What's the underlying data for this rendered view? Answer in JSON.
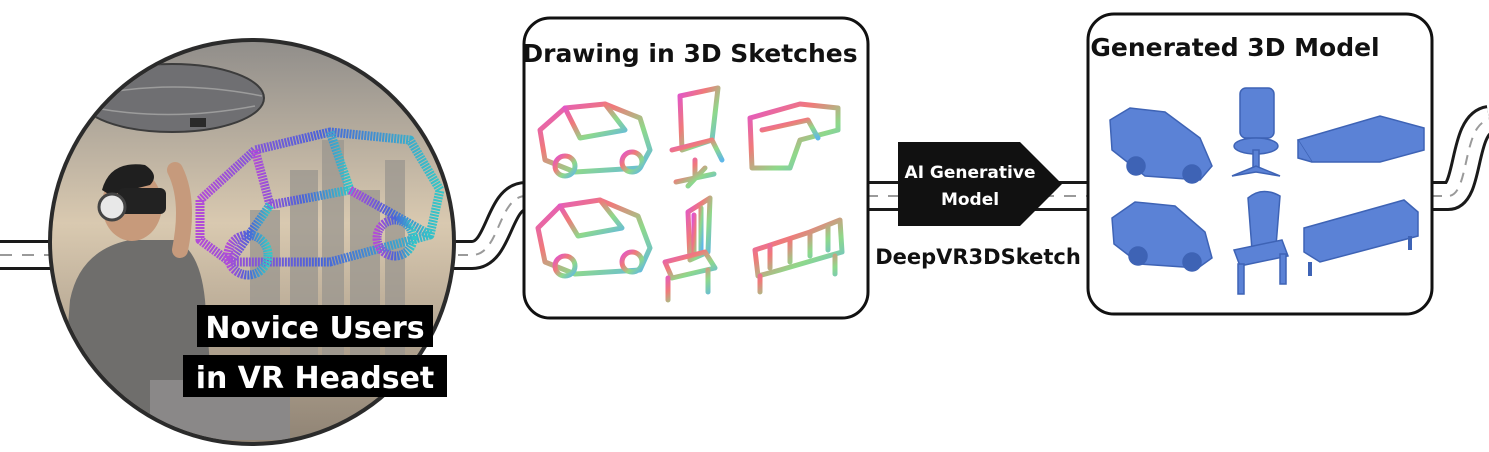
{
  "user": {
    "label_line1": "Novice Users",
    "label_line2": "in VR Headset"
  },
  "sketch_panel": {
    "title": "Drawing in 3D Sketches",
    "items": [
      {
        "kind": "car",
        "icon": "car-sketch-icon"
      },
      {
        "kind": "chair",
        "icon": "chair-sketch-icon"
      },
      {
        "kind": "sofa",
        "icon": "sofa-sketch-icon"
      },
      {
        "kind": "car",
        "icon": "car-sketch-icon"
      },
      {
        "kind": "chair",
        "icon": "chair-sketch-icon"
      },
      {
        "kind": "bench",
        "icon": "bench-sketch-icon"
      }
    ]
  },
  "arrow": {
    "line1": "AI Generative",
    "line2": "Model"
  },
  "model_name": "DeepVR3DSketch",
  "model_panel": {
    "title": "Generated 3D Model",
    "items": [
      {
        "kind": "car",
        "icon": "car-model-icon"
      },
      {
        "kind": "office-chair",
        "icon": "office-chair-model-icon"
      },
      {
        "kind": "sofa",
        "icon": "sofa-model-icon"
      },
      {
        "kind": "car",
        "icon": "car-model-icon"
      },
      {
        "kind": "chair",
        "icon": "chair-model-icon"
      },
      {
        "kind": "sofa",
        "icon": "sofa-model-icon"
      }
    ]
  },
  "colors": {
    "road": "#1a1a1a",
    "road_dash": "#9a9a9a",
    "panel_border": "#111111",
    "model_blue": "#5b82d6",
    "arrow_fill": "#111111"
  }
}
